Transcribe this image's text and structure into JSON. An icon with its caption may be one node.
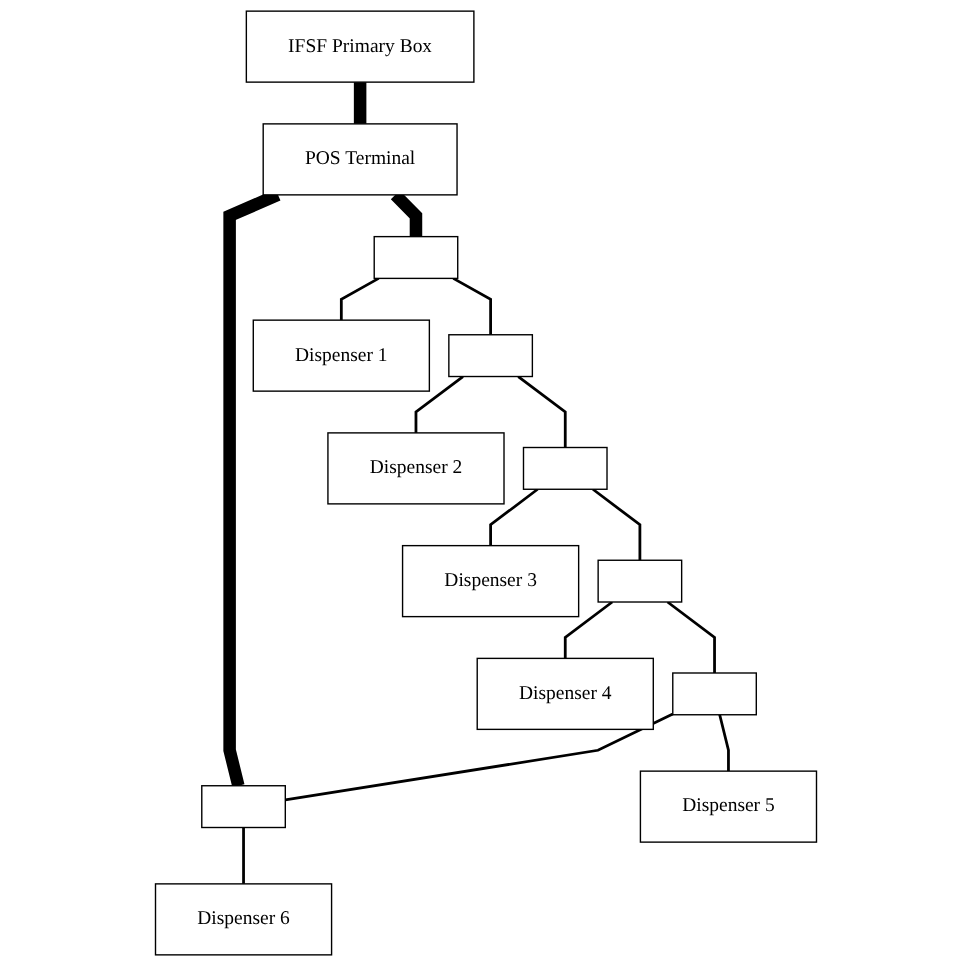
{
  "diagram": {
    "nodes": [
      {
        "text": [
          "IFSF Primary Box"
        ]
      },
      {
        "text": [
          "POS Terminal"
        ]
      },
      {
        "text": [],
        "shape": "box"
      },
      {
        "text": [],
        "shape": "box"
      },
      {
        "text": [],
        "shape": "box"
      },
      {
        "text": [],
        "shape": "box"
      },
      {
        "text": [],
        "shape": "box"
      },
      {
        "text": [],
        "shape": "box"
      },
      {
        "text": [
          "Dispenser 1"
        ]
      },
      {
        "text": [
          "Dispenser 2"
        ]
      },
      {
        "text": [
          "Dispenser 3"
        ]
      },
      {
        "text": [
          "Dispenser 4"
        ]
      },
      {
        "text": [
          "Dispenser 5"
        ]
      },
      {
        "text": [
          "Dispenser 6"
        ]
      }
    ],
    "edges": [
      {
        "from": 0,
        "to": 1,
        "arrow": "none",
        "style": "thick"
      },
      {
        "from": 1,
        "to": 2,
        "arrow": "none",
        "style": "thick"
      },
      {
        "from": 1,
        "to": 7,
        "arrow": "none",
        "style": "thick"
      },
      {
        "from": 2,
        "to": 3,
        "arrow": "none"
      },
      {
        "from": 3,
        "to": 4,
        "arrow": "none"
      },
      {
        "from": 4,
        "to": 5,
        "arrow": "none"
      },
      {
        "from": 5,
        "to": 6,
        "arrow": "none"
      },
      {
        "from": 6,
        "to": 7,
        "arrow": "none"
      },
      {
        "from": 2,
        "to": 8,
        "arrow": "none"
      },
      {
        "from": 3,
        "to": 9,
        "arrow": "none"
      },
      {
        "from": 4,
        "to": 10,
        "arrow": "none"
      },
      {
        "from": 5,
        "to": 11,
        "arrow": "none"
      },
      {
        "from": 6,
        "to": 12,
        "arrow": "none"
      },
      {
        "from": 7,
        "to": 13,
        "arrow": "none"
      }
    ]
  }
}
